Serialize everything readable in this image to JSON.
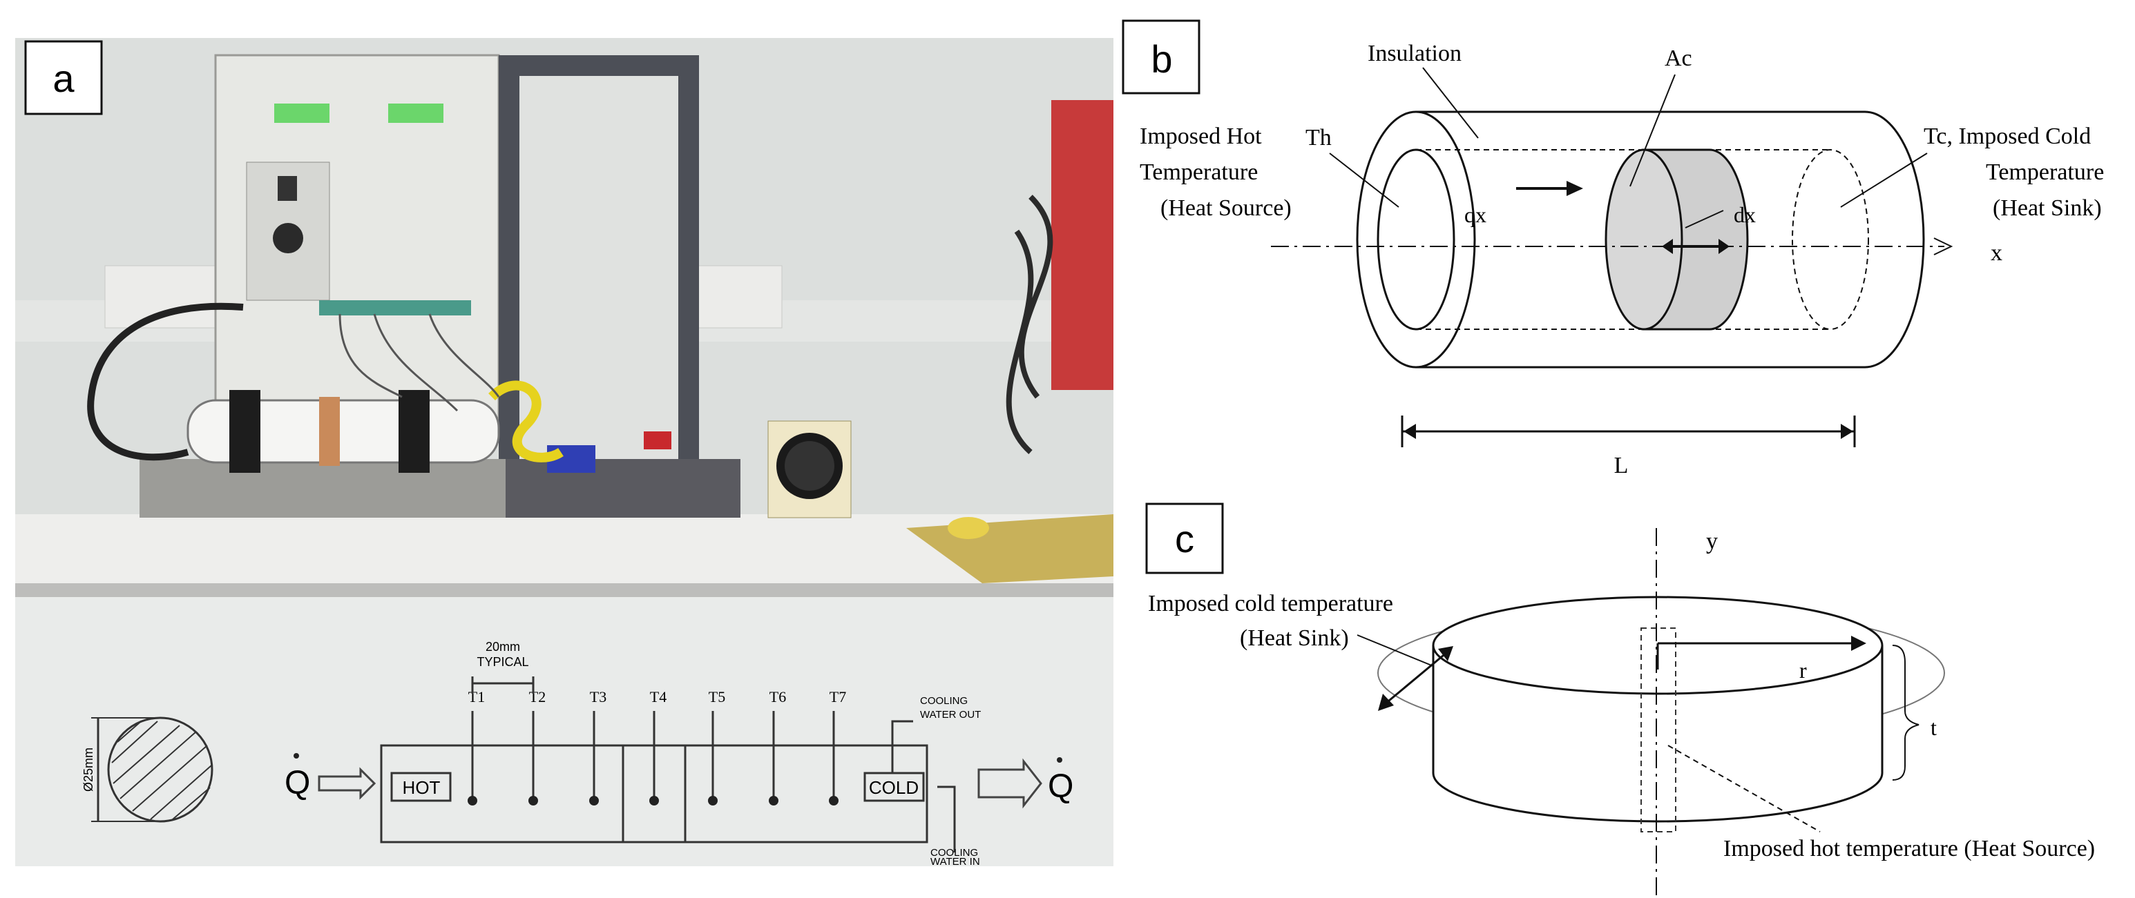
{
  "panel_a": {
    "label": "a",
    "schematic": {
      "spacing_label": "20mm",
      "spacing_sub": "TYPICAL",
      "diameter_label": "Ø25mm",
      "heat_in": "Q",
      "heat_out": "Q",
      "hot_label": "HOT",
      "cold_label": "COLD",
      "cooling_out": [
        "COOLING",
        "WATER OUT"
      ],
      "cooling_in": [
        "COOLING",
        "WATER IN"
      ],
      "sensors": [
        "T1",
        "T2",
        "T3",
        "T4",
        "T5",
        "T6",
        "T7"
      ]
    }
  },
  "panel_b": {
    "label": "b",
    "insulation": "Insulation",
    "area": "Ac",
    "hot_side": [
      "Imposed Hot",
      "Temperature",
      "(Heat Source)"
    ],
    "th": "Th",
    "cold_side": [
      "Tc, Imposed Cold",
      "Temperature",
      "(Heat Sink)"
    ],
    "flux": "qx",
    "dx": "dx",
    "x_axis": "x",
    "length": "L"
  },
  "panel_c": {
    "label": "c",
    "y_axis": "y",
    "cold": [
      "Imposed cold temperature",
      "(Heat Sink)"
    ],
    "radius": "r",
    "thickness": "t",
    "hot": "Imposed hot temperature (Heat Source)"
  },
  "colors": {
    "wall": "#dfe3e2",
    "bench": "#f2f2f0",
    "panel_metal": "#e6e7e3",
    "display_green": "#6bd66b",
    "frame_grey": "#4c4f57",
    "ink": "#111111",
    "slice_grey": "#d0d0d0"
  }
}
